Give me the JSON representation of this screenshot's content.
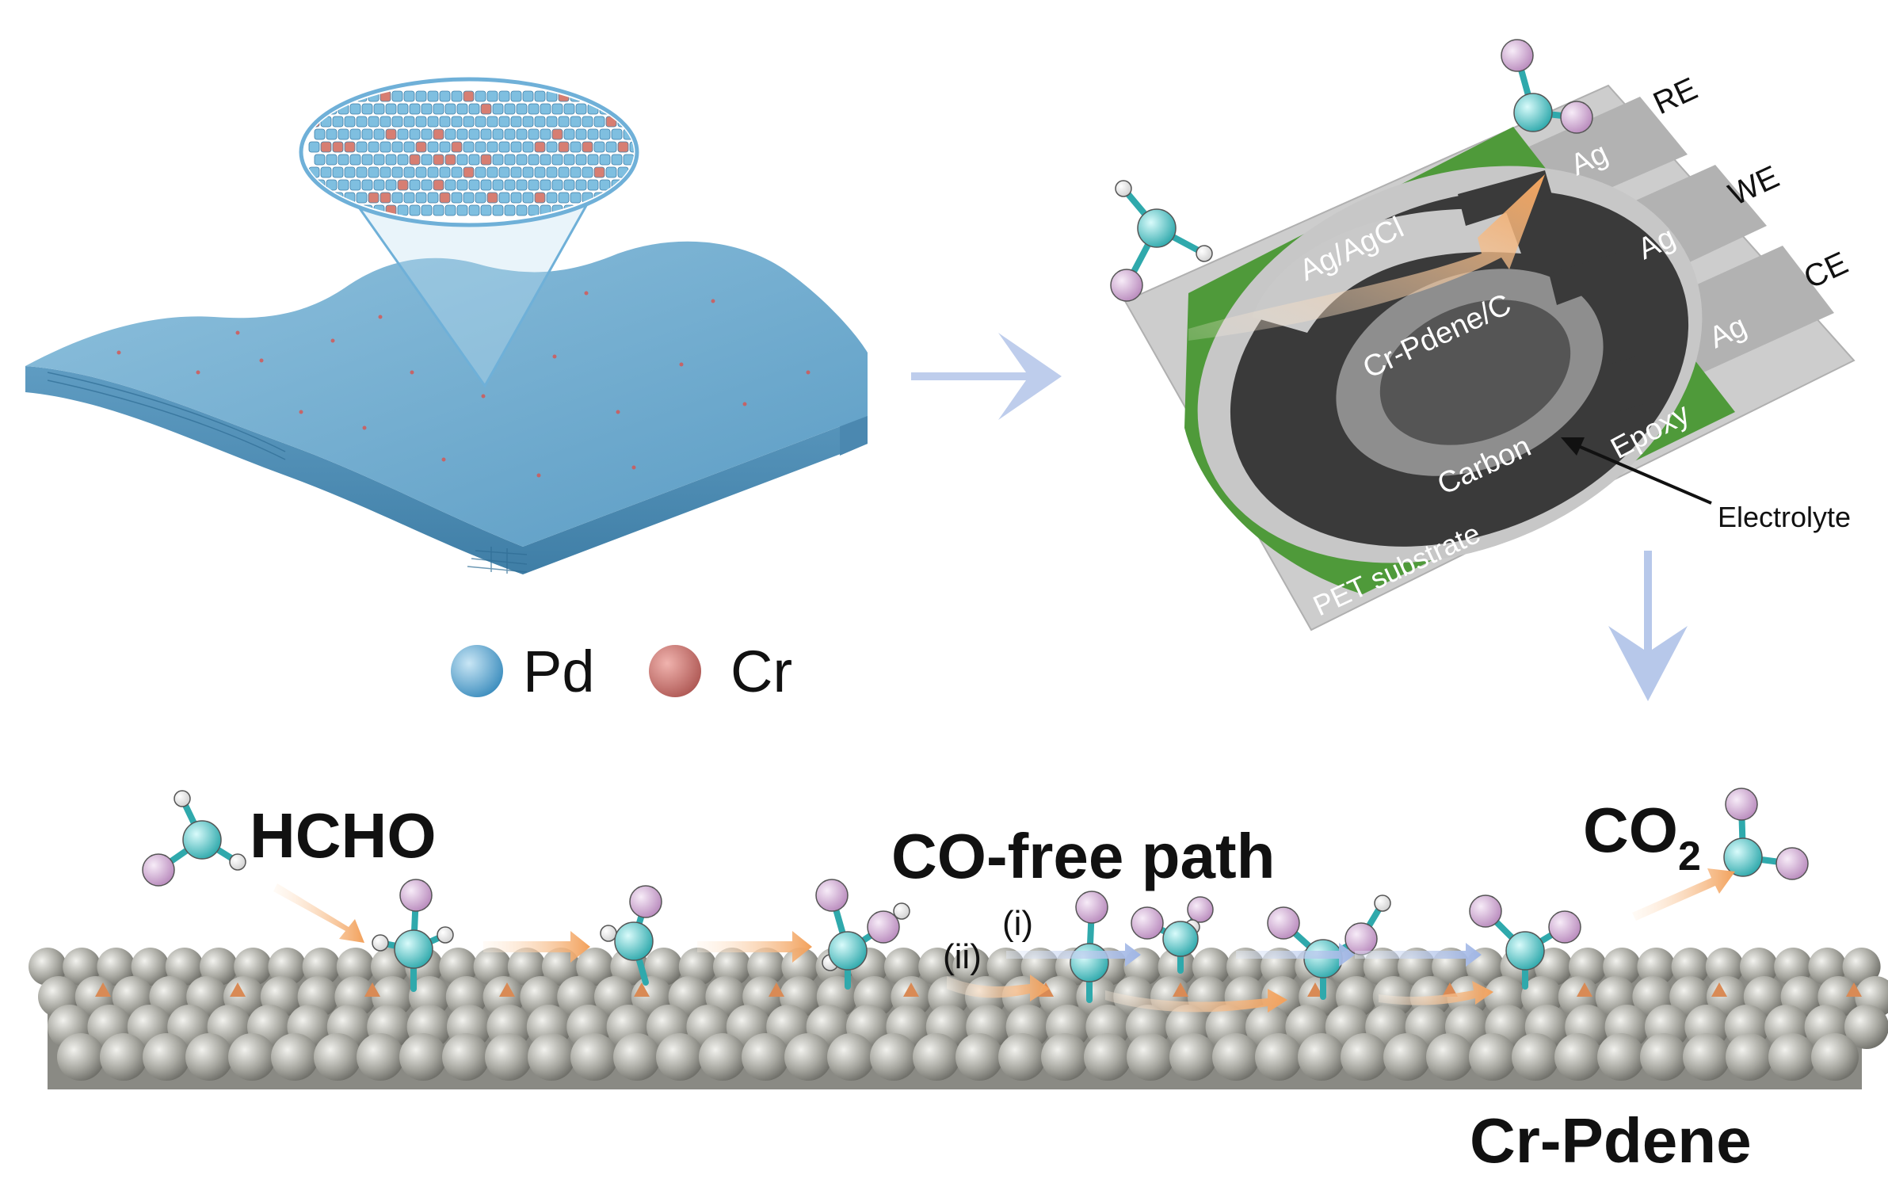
{
  "legend": {
    "pd_label": "Pd",
    "cr_label": "Cr",
    "pd_color": "#5fa8d3",
    "cr_color": "#c86f6a"
  },
  "sensor": {
    "re_label": "RE",
    "we_label": "WE",
    "ce_label": "CE",
    "ag_label_1": "Ag",
    "ag_label_2": "Ag",
    "ag_label_3": "Ag",
    "agagcl_label": "Ag/AgCl",
    "cr_pdene_c_label": "Cr-Pdene/C",
    "carbon_label": "Carbon",
    "epoxy_label": "Epoxy",
    "pet_label": "PET substrate",
    "electrolyte_label": "Electrolyte",
    "epoxy_color": "#4f9a3a",
    "substrate_color": "#c9c9c9"
  },
  "reaction": {
    "hcho_label": "HCHO",
    "path_label": "CO-free path",
    "co2_label": "CO",
    "co2_subscript": "2",
    "step_i_label": "(i)",
    "step_ii_label": "(ii)",
    "surface_label": "Cr-Pdene",
    "surface_atom_color": "#9e9e96",
    "carbon_atom_color": "#4fc4c4",
    "oxygen_atom_color": "#d9b5dc",
    "arrow_color": "#f2b27a",
    "flow_arrow_color": "#b7c8ea"
  }
}
